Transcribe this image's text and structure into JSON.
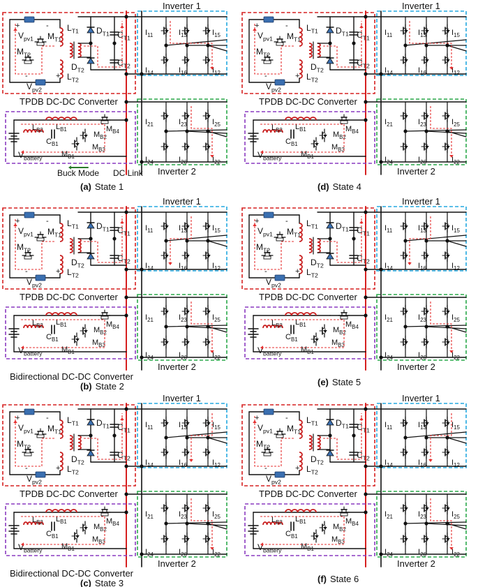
{
  "colors": {
    "dcdc_box": "#d62020",
    "inv1_box": "#23a8e0",
    "inv2_box": "#2aa84a",
    "bidir_box": "#8a3ac0",
    "dc_link": "#d62020",
    "path": "#e53030",
    "inductor": "#c81e1e",
    "pv": "#3a6fb0",
    "buck_arrow": "#2a7a2a",
    "wire": "#111111"
  },
  "panels": [
    {
      "caption_letter": "(a)",
      "caption_text": "State 1",
      "inverter1_label": "Inverter 1",
      "inverter2_label": "Inverter 2",
      "tpdb_label": "TPDB DC-DC Converter",
      "bottom_label": "",
      "buck_label": "Buck Mode",
      "dclink_label": "DC Link"
    },
    {
      "caption_letter": "(b)",
      "caption_text": "State 2",
      "inverter1_label": "Inverter 1",
      "inverter2_label": "Inverter 2",
      "tpdb_label": "TPDB DC-DC Converter",
      "bottom_label": "Bidirectional DC-DC Converter",
      "buck_label": "",
      "dclink_label": ""
    },
    {
      "caption_letter": "(c)",
      "caption_text": "State 3",
      "inverter1_label": "Inverter 1",
      "inverter2_label": "Inverter 2",
      "tpdb_label": "TPDB DC-DC Converter",
      "bottom_label": "Bidirectional DC-DC Converter",
      "buck_label": "",
      "dclink_label": ""
    },
    {
      "caption_letter": "(d)",
      "caption_text": "State 4",
      "inverter1_label": "Inverter 1",
      "inverter2_label": "Inverter 2",
      "tpdb_label": "TPDB DC-DC Converter",
      "bottom_label": "",
      "buck_label": "",
      "dclink_label": ""
    },
    {
      "caption_letter": "(e)",
      "caption_text": "State 5",
      "inverter1_label": "Inverter 1",
      "inverter2_label": "Inverter 2",
      "tpdb_label": "TPDB DC-DC Converter",
      "bottom_label": "",
      "buck_label": "",
      "dclink_label": ""
    },
    {
      "caption_letter": "(f)",
      "caption_text": "State 6",
      "inverter1_label": "Inverter 1",
      "inverter2_label": "Inverter 2",
      "tpdb_label": "TPDB DC-DC Converter",
      "bottom_label": "",
      "buck_label": "",
      "dclink_label": ""
    }
  ],
  "components": {
    "pv1": "V",
    "pv1_sub": "pv1",
    "pv2": "V",
    "pv2_sub": "pv2",
    "mt1": "M",
    "mt1_sub": "T1",
    "mt2": "M",
    "mt2_sub": "T2",
    "lt1": "L",
    "lt1_sub": "T1",
    "lt2": "L",
    "lt2_sub": "T2",
    "dt1": "D",
    "dt1_sub": "T1",
    "dt2": "D",
    "dt2_sub": "T2",
    "ct1": "C",
    "ct1_sub": "T1",
    "ct2": "C",
    "ct2_sub": "T2",
    "lb1": "L",
    "lb1_sub": "B1",
    "lb2": "L",
    "lb2_sub": "B2",
    "cb1": "C",
    "cb1_sub": "B1",
    "mb1": "M",
    "mb1_sub": "B1",
    "mb2": "M",
    "mb2_sub": "B2",
    "mb3": "M",
    "mb3_sub": "B3",
    "mb4": "M",
    "mb4_sub": "B4",
    "vbat": "V",
    "vbat_sub": "battery",
    "plus": "+",
    "minus": "-",
    "inv1_switches": [
      "11",
      "13",
      "15",
      "14",
      "16",
      "12"
    ],
    "inv2_switches": [
      "21",
      "23",
      "25",
      "24",
      "26",
      "22"
    ],
    "switch_prefix": "I"
  }
}
